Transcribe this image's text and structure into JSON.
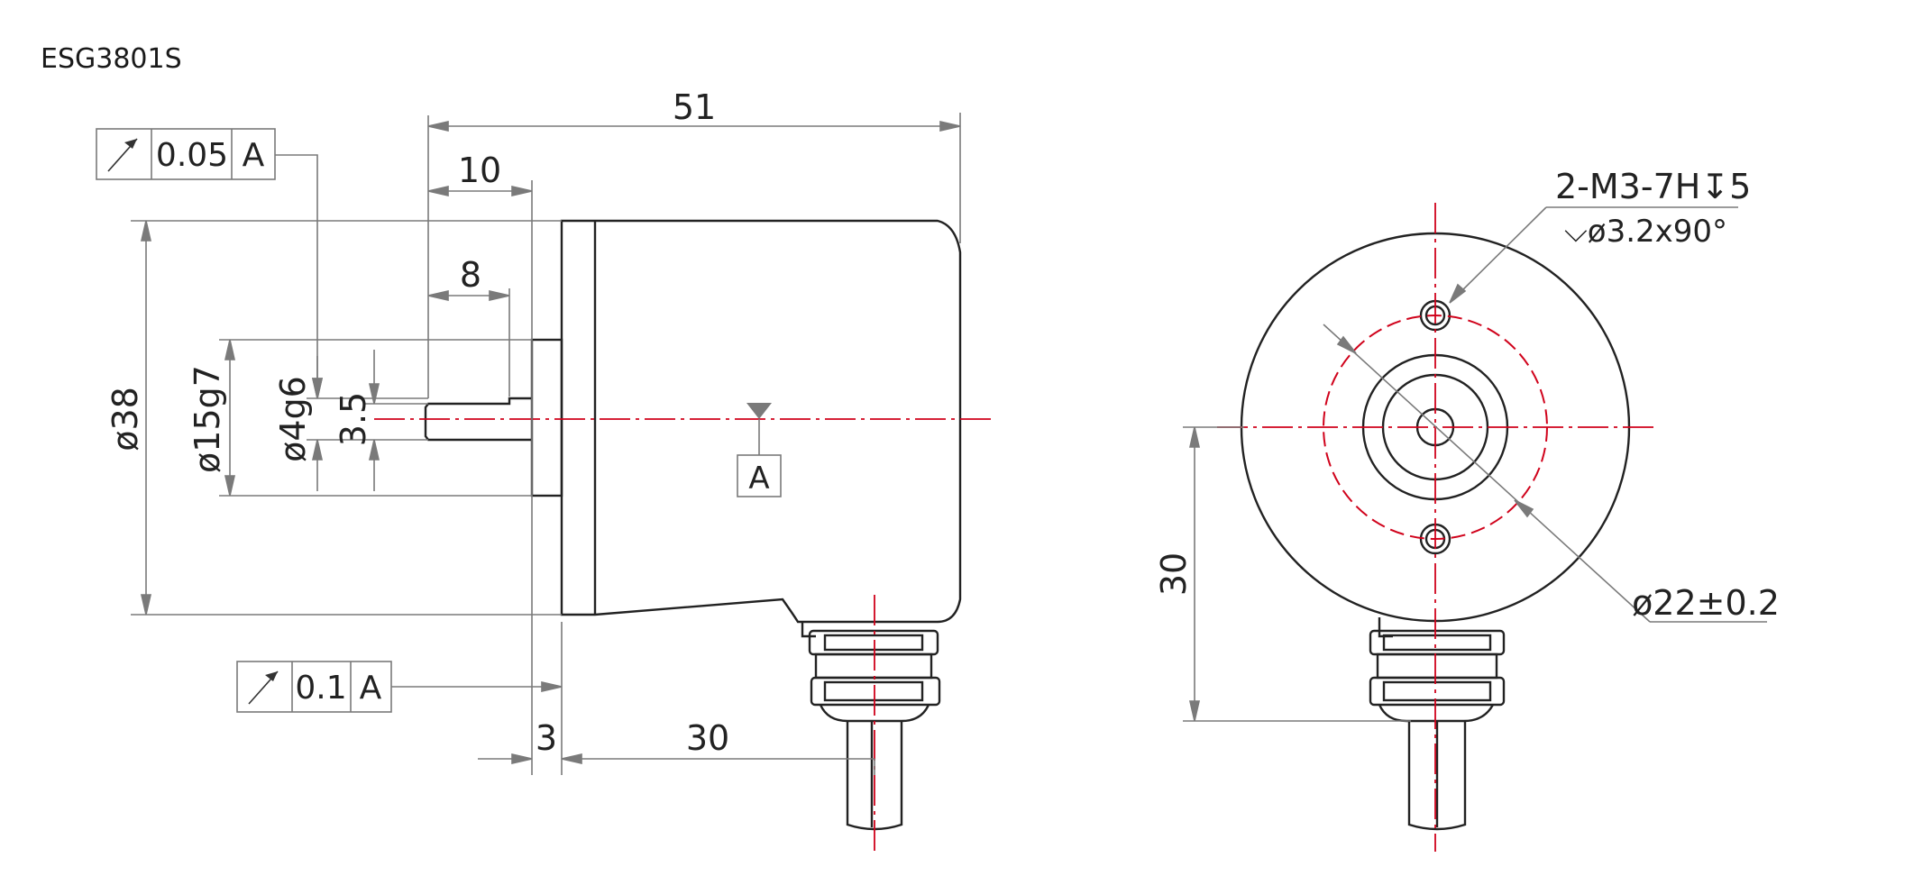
{
  "title": "ESG3801S",
  "side_view": {
    "dims": {
      "overall_length": "51",
      "shaft_length": "10",
      "flat_length": "8",
      "body_dia": "ø38",
      "flange_dia": "ø15g7",
      "shaft_dia": "ø4g6",
      "flat_height": "3.5",
      "flange_thickness": "3",
      "cable_offset": "30"
    },
    "datum": "A",
    "fcf_top": {
      "tolerance": "0.05",
      "datum": "A"
    },
    "fcf_bottom": {
      "tolerance": "0.1",
      "datum": "A"
    }
  },
  "front_view": {
    "thread_note_line1": "2-M3-7H↧5",
    "thread_note_line2": "⌵ø3.2x90°",
    "pcd": "ø22±0.2",
    "height_dim": "30"
  },
  "colors": {
    "centerline": "#d0021b",
    "outline": "#222222",
    "dimension": "#7a7a7a"
  },
  "icons": [
    "circular-runout-icon",
    "datum-triangle-icon"
  ]
}
